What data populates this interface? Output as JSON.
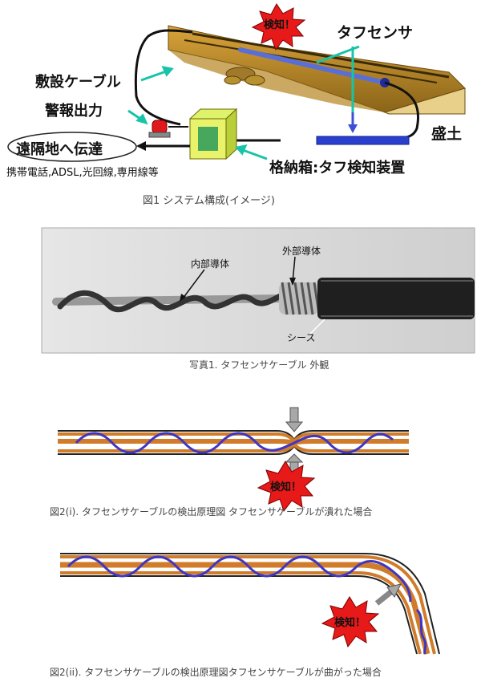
{
  "fig1": {
    "alarm_burst": "検知！",
    "sensor_label": "タフセンサ",
    "cable_label": "敷設ケーブル",
    "alarm_label": "警報出力",
    "remote_label": "遠隔地へ伝達",
    "comm_label": "携帯電話,ADSL,光回線,専用線等",
    "embankment_label": "盛土",
    "box_label": "格納箱:タフ検知装置",
    "caption": "図1  システム構成(イメージ)"
  },
  "photo1": {
    "inner_label": "内部導体",
    "outer_label": "外部導体",
    "sheath_label": "シース",
    "caption": "写真1. タフセンサケーブル  外観"
  },
  "fig2a": {
    "burst": "検知！",
    "caption": "図2(i). タフセンサケーブルの検出原理図  タフセンサケーブルが潰れた場合"
  },
  "fig2b": {
    "burst": "検知！",
    "caption": "図2(ii). タフセンサケーブルの検出原理図タフセンサケーブルが曲がった場合"
  }
}
